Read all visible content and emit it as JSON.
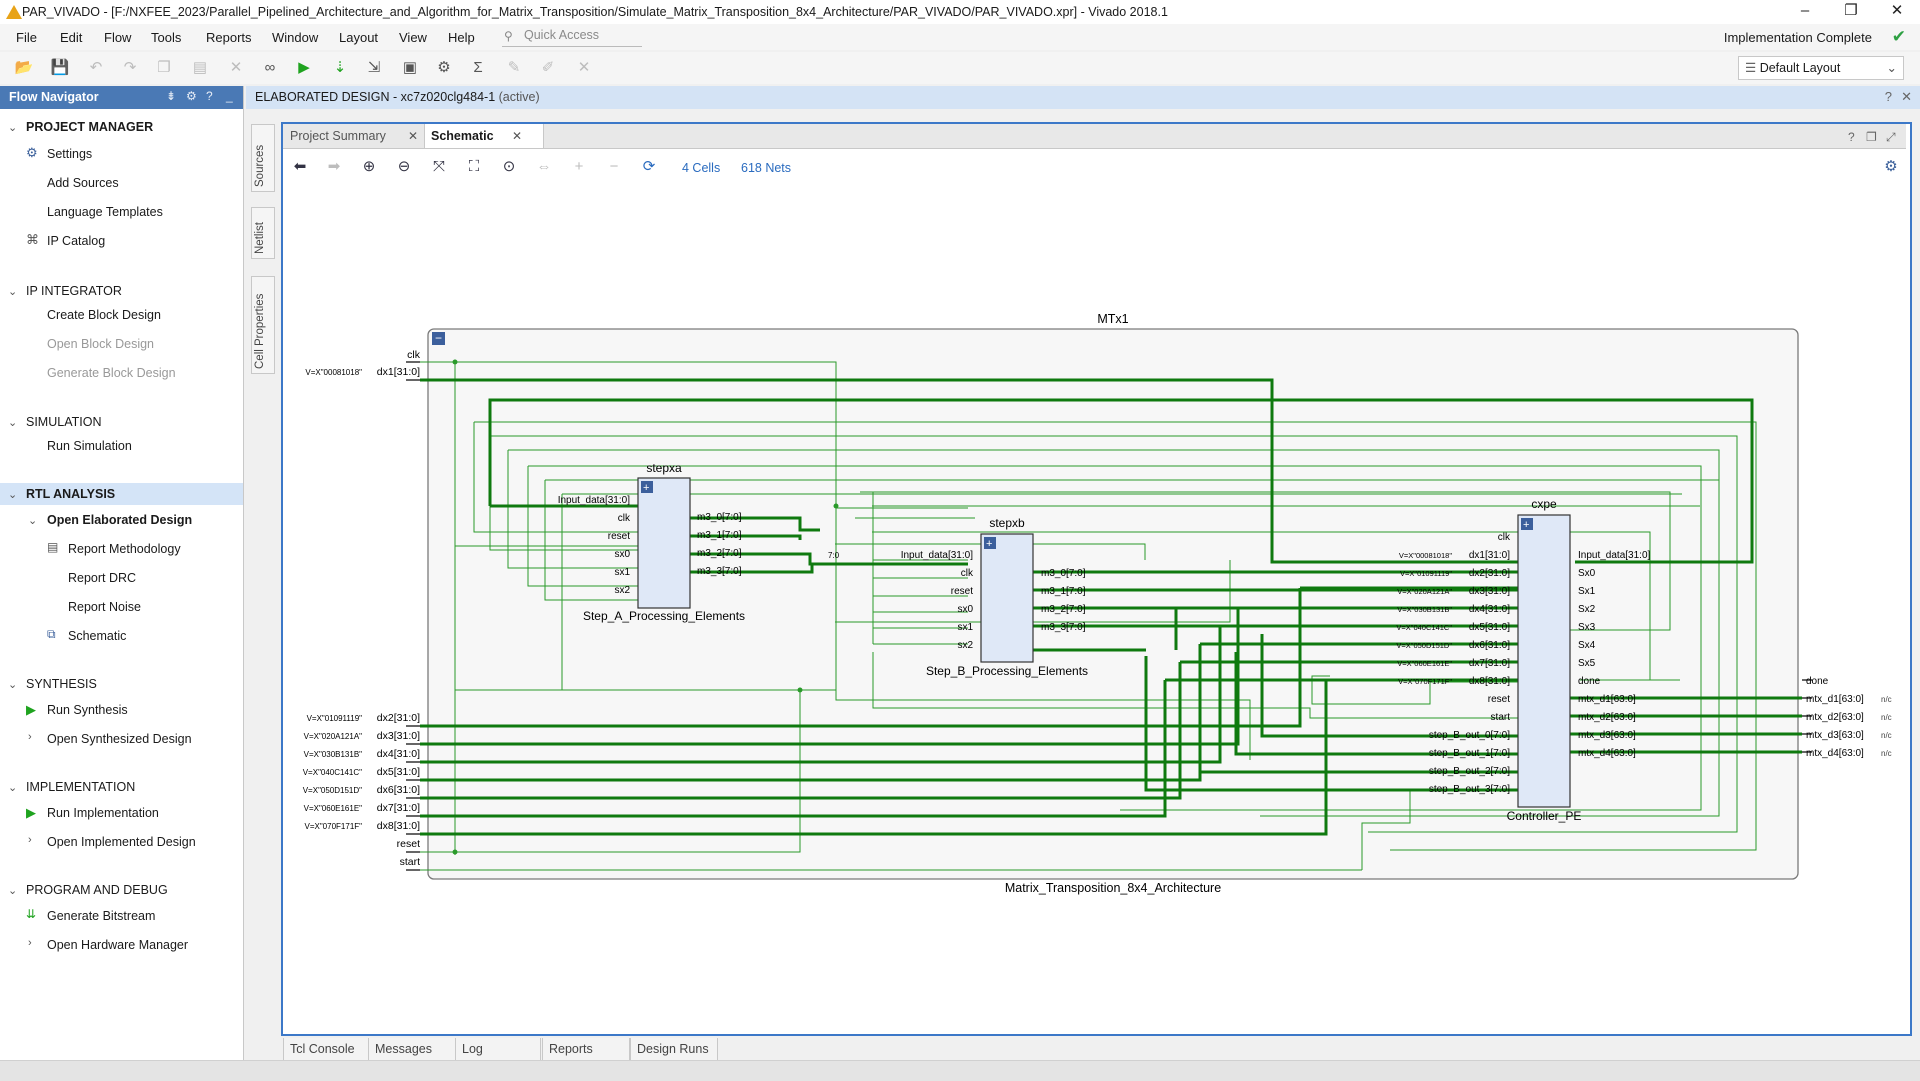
{
  "window": {
    "title": "PAR_VIVADO - [F:/NXFEE_2023/Parallel_Pipelined_Architecture_and_Algorithm_for_Matrix_Transposition/Simulate_Matrix_Transposition_8x4_Architecture/PAR_VIVADO/PAR_VIVADO.xpr] - Vivado 2018.1",
    "min_label": "–",
    "max_label": "❐",
    "close_label": "✕"
  },
  "menu": [
    "File",
    "Edit",
    "Flow",
    "Tools",
    "Reports",
    "Window",
    "Layout",
    "View",
    "Help"
  ],
  "quick_access_placeholder": "Quick Access",
  "status": {
    "text": "Implementation Complete",
    "icon": "check-icon",
    "icon_color": "#2ea043"
  },
  "layout_selector": "Default Layout",
  "navigator": {
    "title": "Flow Navigator",
    "sections": [
      {
        "label": "PROJECT MANAGER",
        "items": [
          "Settings",
          "Add Sources",
          "Language Templates",
          "IP Catalog"
        ]
      },
      {
        "label": "IP INTEGRATOR",
        "items": [
          "Create Block Design",
          "Open Block Design",
          "Generate Block Design"
        ]
      },
      {
        "label": "SIMULATION",
        "items": [
          "Run Simulation"
        ]
      },
      {
        "label": "RTL ANALYSIS",
        "items": [
          "Open Elaborated Design",
          "Report Methodology",
          "Report DRC",
          "Report Noise",
          "Schematic"
        ]
      },
      {
        "label": "SYNTHESIS",
        "items": [
          "Run Synthesis",
          "Open Synthesized Design"
        ]
      },
      {
        "label": "IMPLEMENTATION",
        "items": [
          "Run Implementation",
          "Open Implemented Design"
        ]
      },
      {
        "label": "PROGRAM AND DEBUG",
        "items": [
          "Generate Bitstream",
          "Open Hardware Manager"
        ]
      }
    ]
  },
  "main_header": {
    "title": "ELABORATED DESIGN",
    "part": " - xc7z020clg484-1 ",
    "state": "(active)"
  },
  "side_tabs": [
    "Sources",
    "Netlist",
    "Cell Properties"
  ],
  "tabs": [
    {
      "label": "Project Summary"
    },
    {
      "label": "Schematic"
    }
  ],
  "schematic_toolbar": {
    "cells": "4 Cells",
    "nets": "618 Nets"
  },
  "bottom_tabs": [
    "Tcl Console",
    "Messages",
    "Log",
    "Reports",
    "Design Runs"
  ],
  "schematic": {
    "top_label": "MTx1",
    "bottom_label": "Matrix_Transposition_8x4_Architecture",
    "top_ports": [
      "clk",
      "dx1[31:0]"
    ],
    "top_port_consts": [
      "V=X\"00081018\""
    ],
    "left_ports": [
      "dx2[31:0]",
      "dx3[31:0]",
      "dx4[31:0]",
      "dx5[31:0]",
      "dx6[31:0]",
      "dx7[31:0]",
      "dx8[31:0]",
      "reset",
      "start"
    ],
    "left_consts": [
      "V=X\"01091119\"",
      "V=X\"020A121A\"",
      "V=X\"030B131B\"",
      "V=X\"040C141C\"",
      "V=X\"050D151D\"",
      "V=X\"060E161E\"",
      "V=X\"070F171F\""
    ],
    "stepxa": {
      "name": "stepxa",
      "type": "Step_A_Processing_Elements",
      "inputs": [
        "Input_data[31:0]",
        "clk",
        "reset",
        "sx0",
        "sx1",
        "sx2"
      ],
      "outputs": [
        "m3_0[7:0]",
        "m3_1[7:0]",
        "m3_2[7:0]",
        "m3_3[7:0]"
      ]
    },
    "stepxb": {
      "name": "stepxb",
      "type": "Step_B_Processing_Elements",
      "inputs": [
        "Input_data[31:0]",
        "clk",
        "reset",
        "sx0",
        "sx1",
        "sx2"
      ],
      "outputs": [
        "m3_0[7:0]",
        "m3_1[7:0]",
        "m3_2[7:0]",
        "m3_3[7:0]"
      ]
    },
    "cxpe": {
      "name": "cxpe",
      "type": "Controller_PE",
      "inputs": [
        "clk",
        "dx1[31:0]",
        "dx2[31:0]",
        "dx3[31:0]",
        "dx4[31:0]",
        "dx5[31:0]",
        "dx6[31:0]",
        "dx7[31:0]",
        "dx8[31:0]",
        "reset",
        "start",
        "step_B_out_0[7:0]",
        "step_B_out_1[7:0]",
        "step_B_out_2[7:0]",
        "step_B_out_3[7:0]"
      ],
      "input_consts": [
        "V=X\"00081018\"",
        "V=X\"01091119\"",
        "V=X\"020A121A\"",
        "V=X\"030B131B\"",
        "V=X\"040C141C\"",
        "V=X\"050D151D\"",
        "V=X\"060E161E\"",
        "V=X\"070F171F\""
      ],
      "outputs": [
        "Input_data[31:0]",
        "Sx0",
        "Sx1",
        "Sx2",
        "Sx3",
        "Sx4",
        "Sx5",
        "done",
        "mtx_d1[63:0]",
        "mtx_d2[63:0]",
        "mtx_d3[63:0]",
        "mtx_d4[63:0]"
      ]
    },
    "right_ports": [
      "done",
      "mtx_d1[63:0]",
      "mtx_d2[63:0]",
      "mtx_d3[63:0]",
      "mtx_d4[63:0]"
    ],
    "nc_label": "n/c",
    "slice_label": "7:0",
    "colors": {
      "wire": "#1e8c1e",
      "bus": "#0f7a0f",
      "cell_fill": "#dfe8f7",
      "frame": "#7a7a7a"
    }
  }
}
